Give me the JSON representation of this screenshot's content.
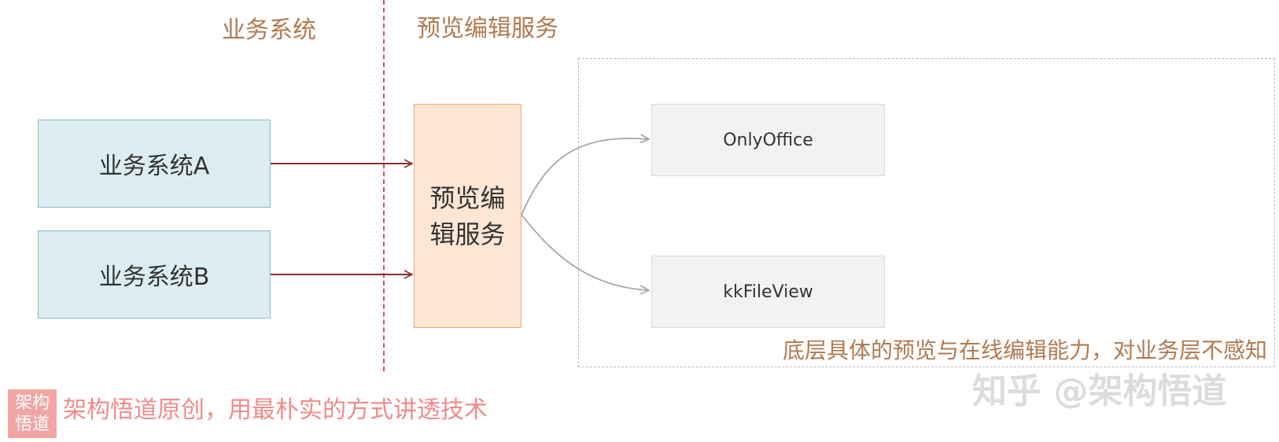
{
  "zones": {
    "business_title": "业务系统",
    "preview_title": "预览编辑服务"
  },
  "business_systems": [
    {
      "label": "业务系统A"
    },
    {
      "label": "业务系统B"
    }
  ],
  "service": {
    "label": "预览编辑服务"
  },
  "underlying": {
    "tools": [
      {
        "label": "OnlyOffice"
      },
      {
        "label": "kkFileView"
      }
    ],
    "note": "底层具体的预览与在线编辑能力，对业务层不感知"
  },
  "colors": {
    "zone_label": "#b07a50",
    "divider": "#d9534f",
    "system_fill": "#dcedf2",
    "system_border": "#8cb8c6",
    "service_fill": "#fde6d4",
    "service_border": "#f0a875",
    "arrow_dark": "#8b2d2d",
    "arrow_gray": "#a6a6a6",
    "footer": "#f08b8b"
  },
  "footer": {
    "badge_line1": "架构",
    "badge_line2": "悟道",
    "text": "架构悟道原创，用最朴实的方式讲透技术"
  },
  "watermark": {
    "text": "知乎 @架构悟道"
  }
}
